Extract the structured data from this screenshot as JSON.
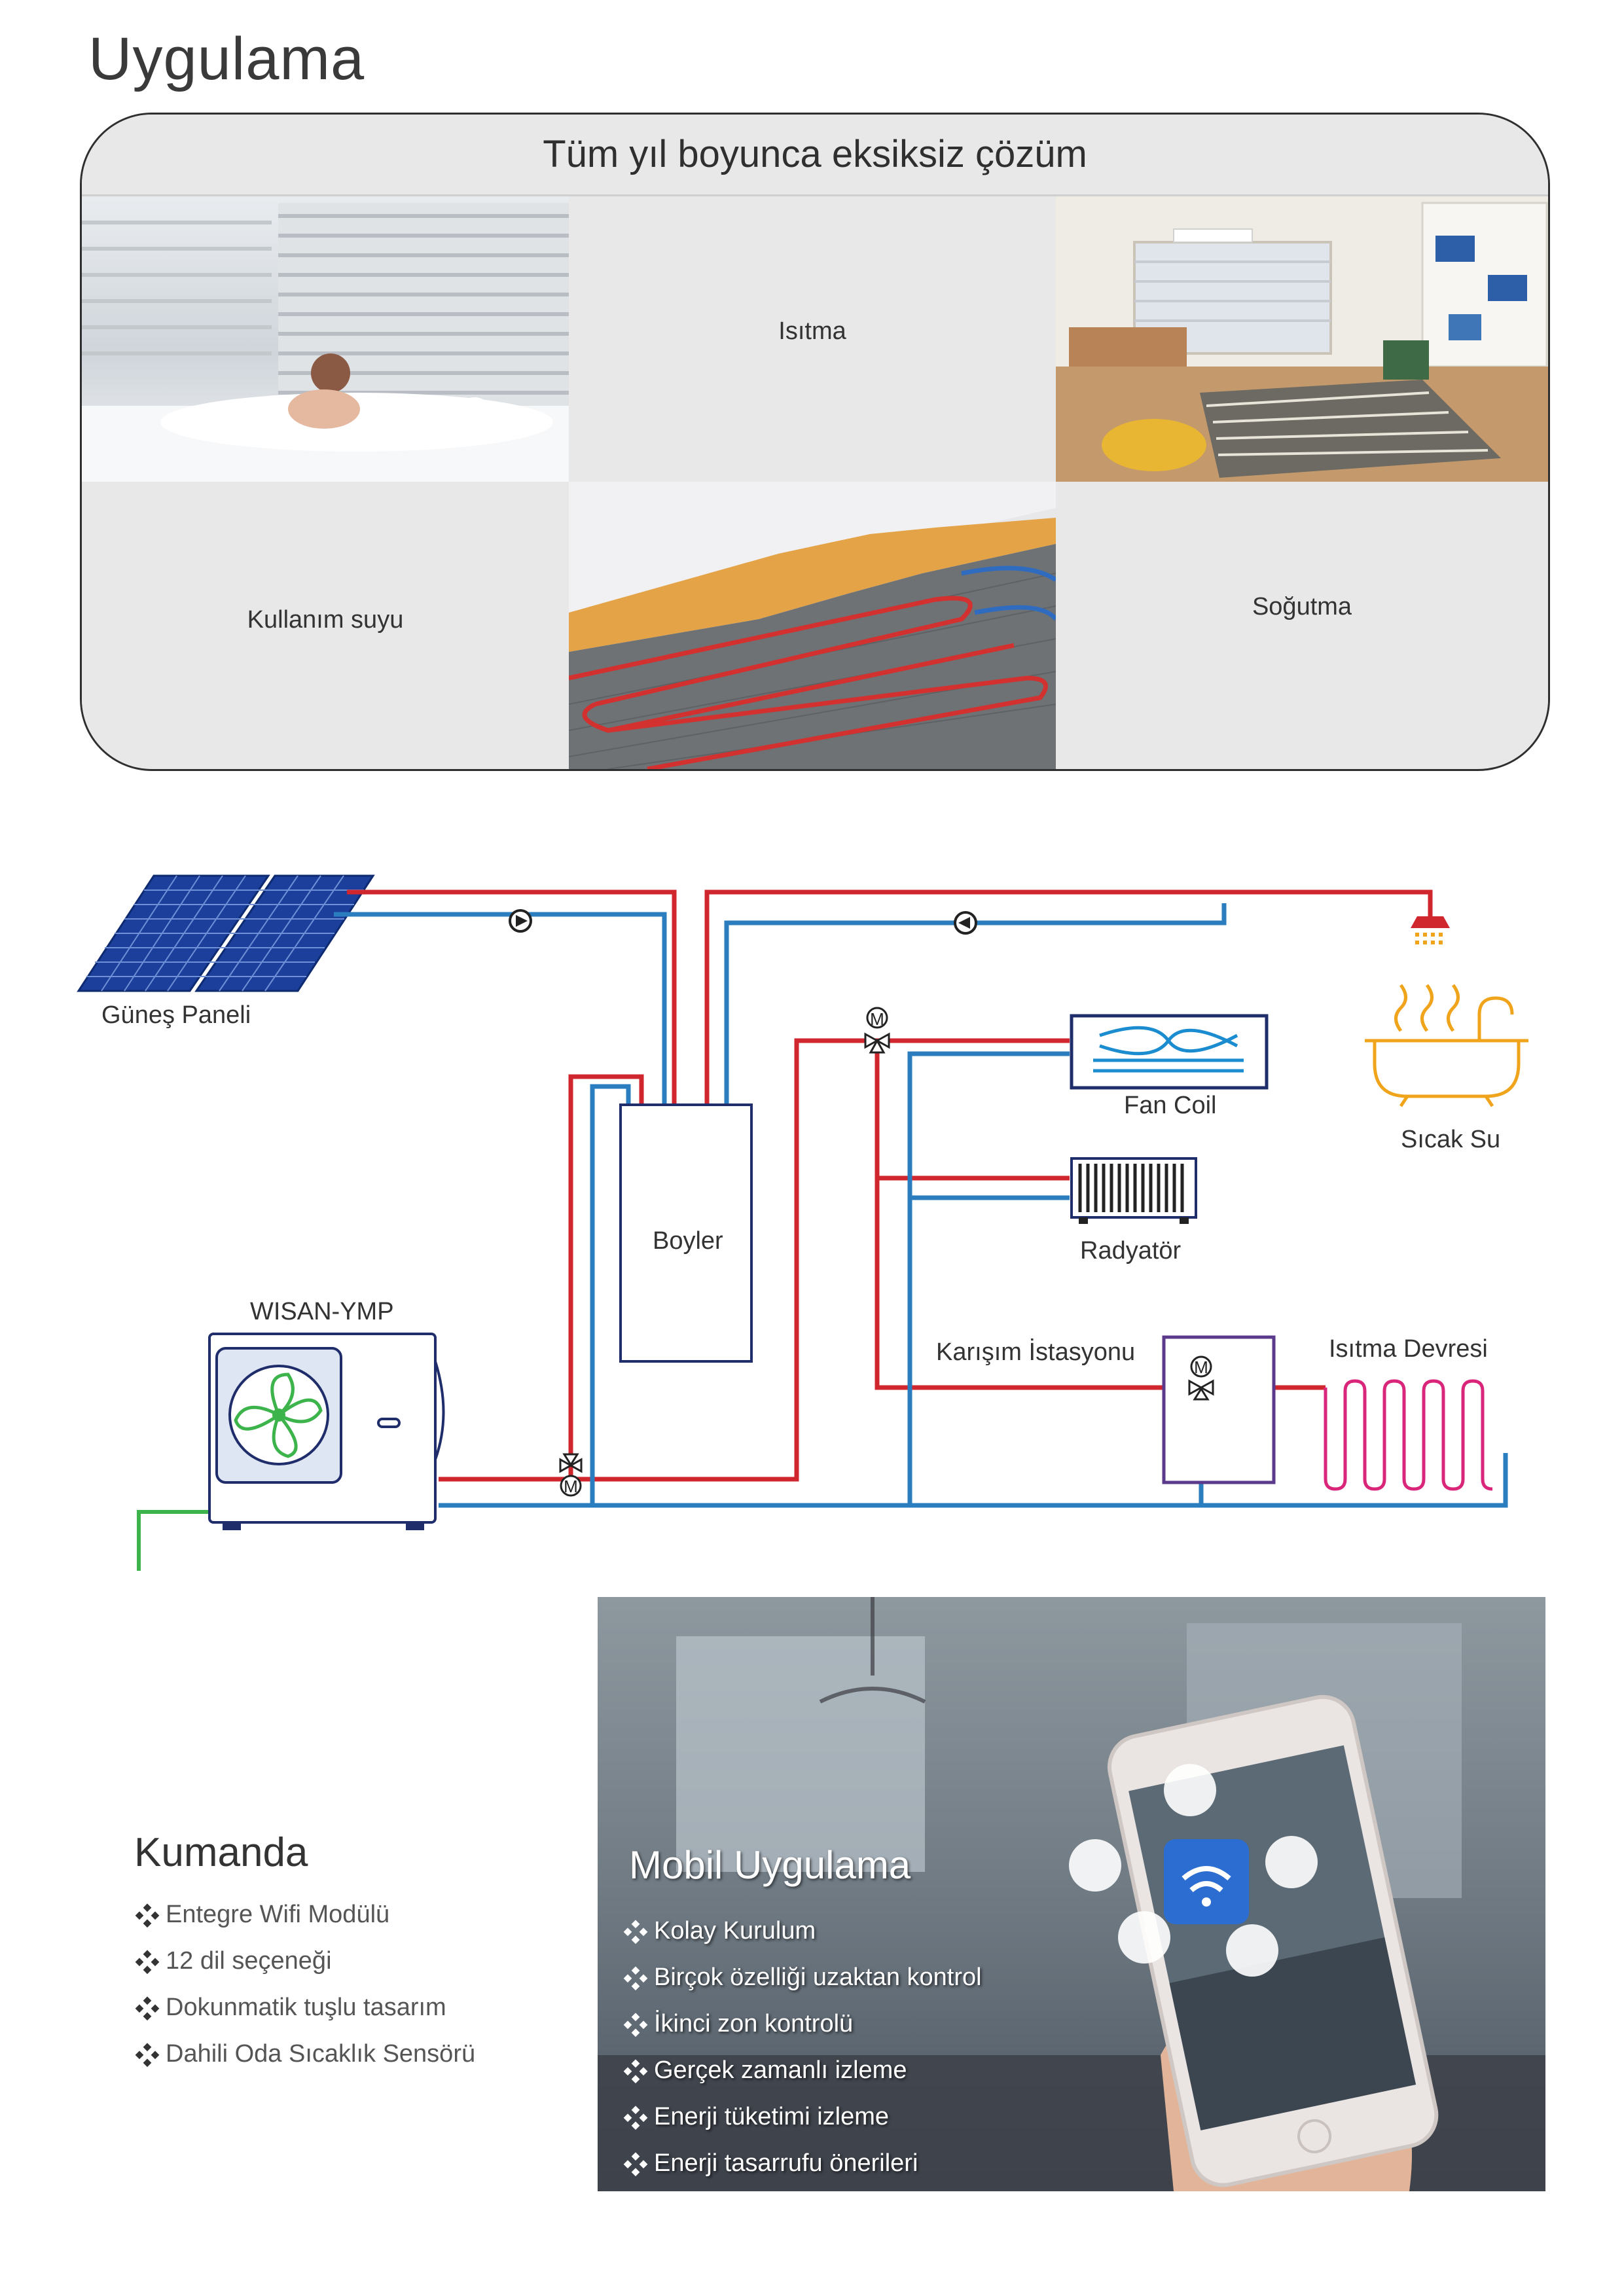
{
  "page": {
    "title": "Uygulama"
  },
  "panel": {
    "header": "Tüm yıl boyunca eksiksiz çözüm",
    "tiles": {
      "heating": "Isıtma",
      "domestic_water": "Kullanım suyu",
      "cooling": "Soğutma"
    }
  },
  "diagram": {
    "solar_panel": "Güneş Paneli",
    "unit_model": "WISAN-YMP",
    "boiler": "Boyler",
    "fan_coil": "Fan Coil",
    "hot_water": "Sıcak Su",
    "radiator": "Radyatör",
    "mixing_station": "Karışım İstasyonu",
    "heating_circuit": "Isıtma Devresi",
    "valve_mark": "M"
  },
  "remote": {
    "title": "Kumanda",
    "features": [
      "Entegre Wifi Modülü",
      "12 dil seçeneği",
      "Dokunmatik tuşlu tasarım",
      "Dahili Oda Sıcaklık Sensörü"
    ]
  },
  "mobile_app": {
    "title": "Mobil Uygulama",
    "features": [
      "Kolay Kurulum",
      "Birçok özelliği uzaktan kontrol",
      "İkinci zon kontrolü",
      "Gerçek zamanlı izleme",
      "Enerji tüketimi izleme",
      "Enerji tasarrufu önerileri"
    ]
  },
  "colors": {
    "hot_pipe": "#d0262e",
    "cold_pipe": "#2a7ec0",
    "signal_pipe": "#3cb44b",
    "wifi": "#1aa3e8",
    "hot_water_icon": "#f0a41c",
    "mixing_box": "#5b3a8c"
  }
}
